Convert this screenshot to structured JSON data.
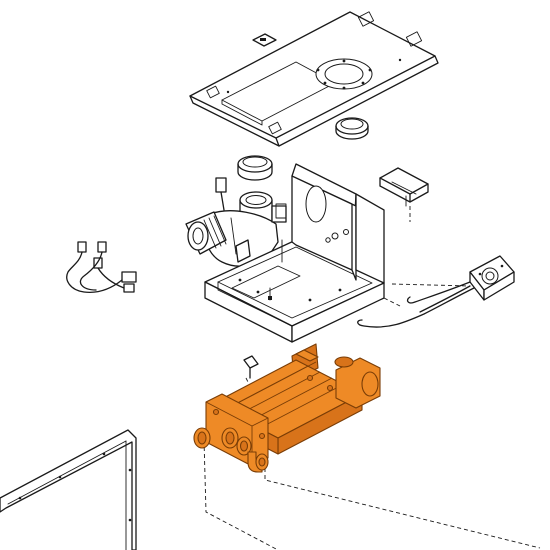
{
  "colors": {
    "highlight": "#ee8a26",
    "highlight_shadow": "#d8731a",
    "line": "#1a1a1a",
    "background": "#ffffff"
  },
  "parts": [
    {
      "id": "top-cover-plate",
      "highlighted": false
    },
    {
      "id": "flue-ring",
      "highlighted": false
    },
    {
      "id": "fan-ring",
      "highlighted": false
    },
    {
      "id": "fan-assembly",
      "highlighted": false
    },
    {
      "id": "combustion-chamber",
      "highlighted": false
    },
    {
      "id": "bracket",
      "highlighted": false
    },
    {
      "id": "pressure-switch",
      "highlighted": false
    },
    {
      "id": "wiring-harness",
      "highlighted": false
    },
    {
      "id": "sensor-clip",
      "highlighted": false
    },
    {
      "id": "heat-exchanger",
      "highlighted": true
    },
    {
      "id": "side-panel",
      "highlighted": false
    }
  ]
}
